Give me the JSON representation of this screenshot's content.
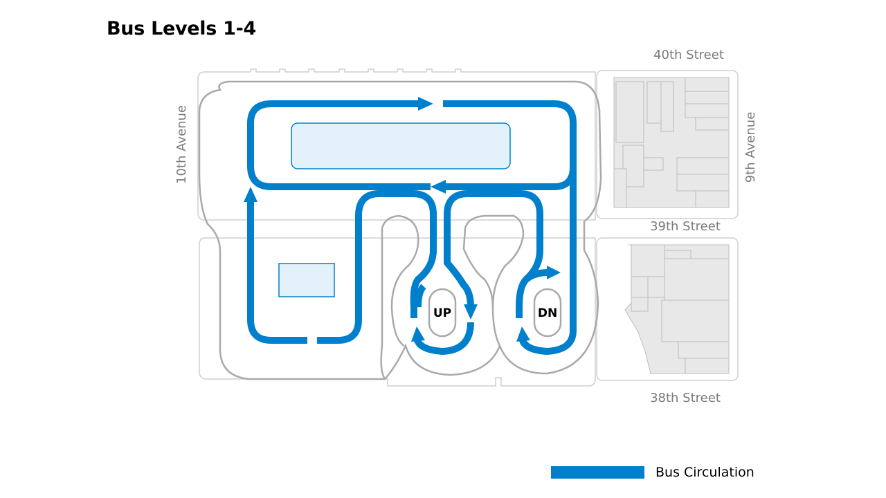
{
  "title": "Bus Levels 1-4",
  "streets": {
    "north": "40th Street",
    "middle": "39th Street",
    "south": "38th Street",
    "west": "10th Avenue",
    "east": "9th Avenue"
  },
  "ramps": {
    "up": "UP",
    "down": "DN"
  },
  "legend": {
    "label": "Bus Circulation",
    "color": "#0080cc"
  },
  "colors": {
    "circulation": "#0080cc",
    "outline": "#aaaaaa",
    "site_outline": "#cccccc",
    "building_fill": "#e6e6e6",
    "island_fill": "#e3f2fa"
  }
}
